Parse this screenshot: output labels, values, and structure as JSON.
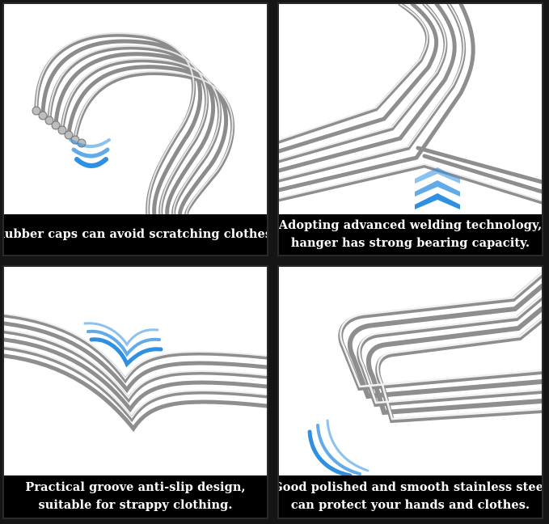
{
  "panels": [
    {
      "id": "rubber-caps",
      "caption_lines": [
        "Rubber caps can avoid scratching clothes."
      ],
      "arrow_icon": "chevron-down-icon",
      "accent": "#2f8fe0"
    },
    {
      "id": "welding",
      "caption_lines": [
        "Adopting advanced welding technology,",
        "hanger has strong bearing capacity."
      ],
      "arrow_icon": "chevron-up-icon",
      "accent": "#2f8fe0"
    },
    {
      "id": "groove",
      "caption_lines": [
        "Practical groove anti-slip design,",
        "suitable for strappy clothing."
      ],
      "arrow_icon": "wave-chevron-icon",
      "accent": "#2f8fe0"
    },
    {
      "id": "polished",
      "caption_lines": [
        "Good polished and smooth stainless steel",
        "can protect your hands and clothes."
      ],
      "arrow_icon": "curved-arrows-icon",
      "accent": "#2f8fe0"
    }
  ]
}
